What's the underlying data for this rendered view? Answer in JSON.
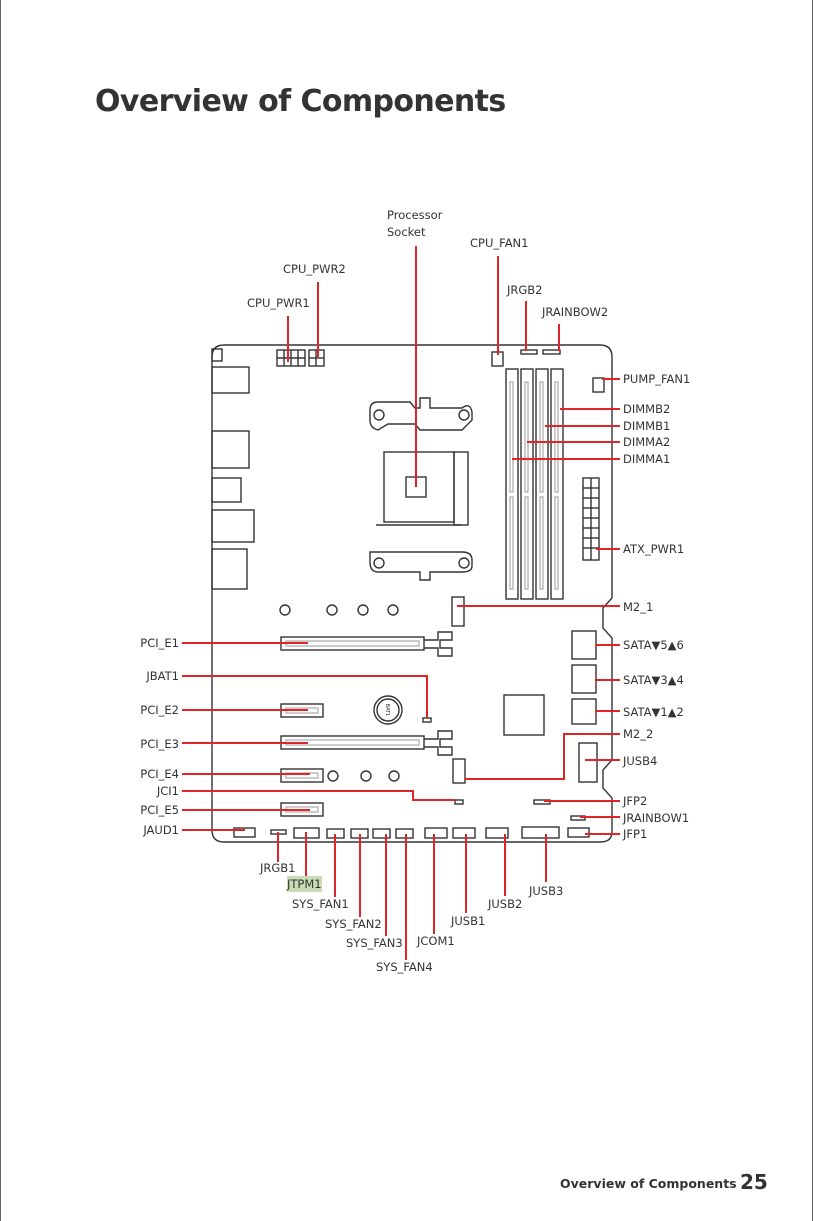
{
  "page": {
    "title": "Overview of Components",
    "footer_section": "Overview of Components",
    "page_number": "25"
  },
  "labels": {
    "processor_line1": "Processor",
    "processor_line2": "Socket",
    "cpu_fan1": "CPU_FAN1",
    "cpu_pwr2": "CPU_PWR2",
    "cpu_pwr1": "CPU_PWR1",
    "jrgb2": "JRGB2",
    "jrainbow2": "JRAINBOW2",
    "pump_fan1": "PUMP_FAN1",
    "dimmb2": "DIMMB2",
    "dimmb1": "DIMMB1",
    "dimma2": "DIMMA2",
    "dimma1": "DIMMA1",
    "atx_pwr1": "ATX_PWR1",
    "m2_1": "M2_1",
    "sata56": "SATA▼5▲6",
    "sata34": "SATA▼3▲4",
    "sata12": "SATA▼1▲2",
    "m2_2": "M2_2",
    "jusb4": "JUSB4",
    "jfp2": "JFP2",
    "jrainbow1": "JRAINBOW1",
    "jfp1": "JFP1",
    "pci_e1": "PCI_E1",
    "jbat1": "JBAT1",
    "pci_e2": "PCI_E2",
    "pci_e3": "PCI_E3",
    "pci_e4": "PCI_E4",
    "jci1": "JCI1",
    "pci_e5": "PCI_E5",
    "jaud1": "JAUD1",
    "jrgb1": "JRGB1",
    "jtpm1": "JTPM1",
    "sys_fan1": "SYS_FAN1",
    "sys_fan2": "SYS_FAN2",
    "sys_fan3": "SYS_FAN3",
    "sys_fan4": "SYS_FAN4",
    "jcom1": "JCOM1",
    "jusb1": "JUSB1",
    "jusb2": "JUSB2",
    "jusb3": "JUSB3",
    "battery": "BAT1"
  },
  "colors": {
    "callout": "#e0242a",
    "highlight": "#c9dcb5"
  }
}
